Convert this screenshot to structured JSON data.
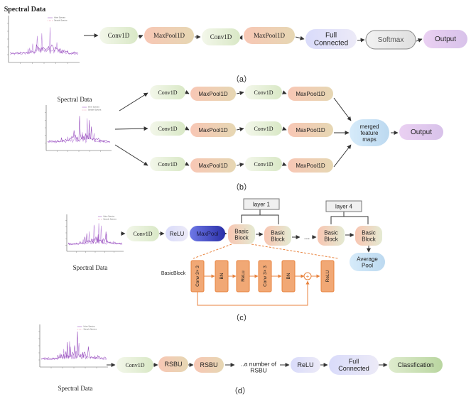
{
  "colors": {
    "green": "#e8f0db",
    "red": "#f4b7a4",
    "lavender": "#e3e2f8",
    "gray": "#e8e8e8",
    "purple": "#e3c8ec",
    "blue": "#c9e2f5",
    "dark_blue": "#3b44c4",
    "orange": "#f1a875",
    "dark_green": "#c7dfb2",
    "spectrum": "#9b4fc0"
  },
  "a": {
    "spectral_title": "Spectral Data",
    "boxes": [
      "Conv1D",
      "MaxPool1D",
      "Conv1D",
      "MaxPool1D",
      "Full\nConnected",
      "Softmax",
      "Output"
    ],
    "caption": "（a）"
  },
  "b": {
    "spectral_title": "Spectral Data",
    "branch_boxes": [
      "Conv1D",
      "MaxPool1D",
      "Conv1D",
      "MaxPool1D"
    ],
    "merged": "merged\nfeature\nmaps",
    "output": "Output",
    "caption": "（b）"
  },
  "c": {
    "spectral_title": "Spectral Data",
    "conv": "Conv1D",
    "relu": "ReLU",
    "maxpool": "MaxPool",
    "basic_block": "Basic\nBlock",
    "layer1": "layer 1",
    "layer4": "layer 4",
    "ellipsis": "...",
    "average_pool": "Average\nPool",
    "basicblock_label": "BasicBlock",
    "detail_boxes": [
      "Conv 3× 3",
      "BN",
      "ReLu",
      "Conv 3× 3",
      "BN",
      "ReLU"
    ],
    "plus": "+",
    "caption": "（c）"
  },
  "d": {
    "spectral_title": "Spectral Data",
    "conv": "Conv1D",
    "rsbu1": "RSBU",
    "rsbu2": "RSBU",
    "number_of": "..a number of\nRSBU",
    "relu": "ReLU",
    "full_connected": "Full\nConnected",
    "classification": "Classfication",
    "caption": "（d）"
  },
  "legend_text": [
    "Inline Spectra",
    "Sample Spectra"
  ]
}
